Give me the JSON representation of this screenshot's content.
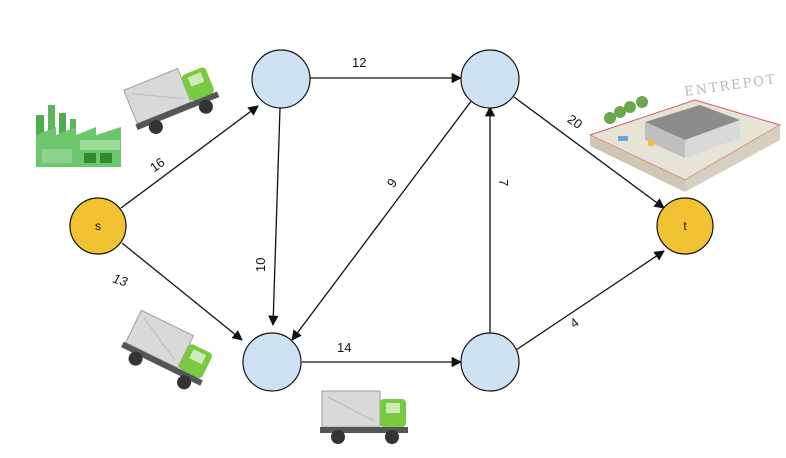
{
  "colors": {
    "node_fill": "#cfe2f3",
    "terminal_fill": "#f1c232",
    "stroke": "#111111",
    "truck_body": "#7ac943",
    "truck_box": "#d9d9d9",
    "factory": "#5cb85c",
    "warehouse_roof": "#8c8c8c"
  },
  "nodes": {
    "s": {
      "label": "s"
    },
    "t": {
      "label": "t"
    }
  },
  "edges": {
    "s_a": "16",
    "s_c": "13",
    "a_b": "12",
    "a_c": "10",
    "b_c": "9",
    "b_t": "20",
    "c_d": "14",
    "d_b": "7",
    "d_t": "4"
  },
  "illustrations": {
    "warehouse_sign": "ENTREPOT",
    "factory": "factory-icon",
    "truck": "truck-icon",
    "warehouse": "warehouse-icon"
  }
}
